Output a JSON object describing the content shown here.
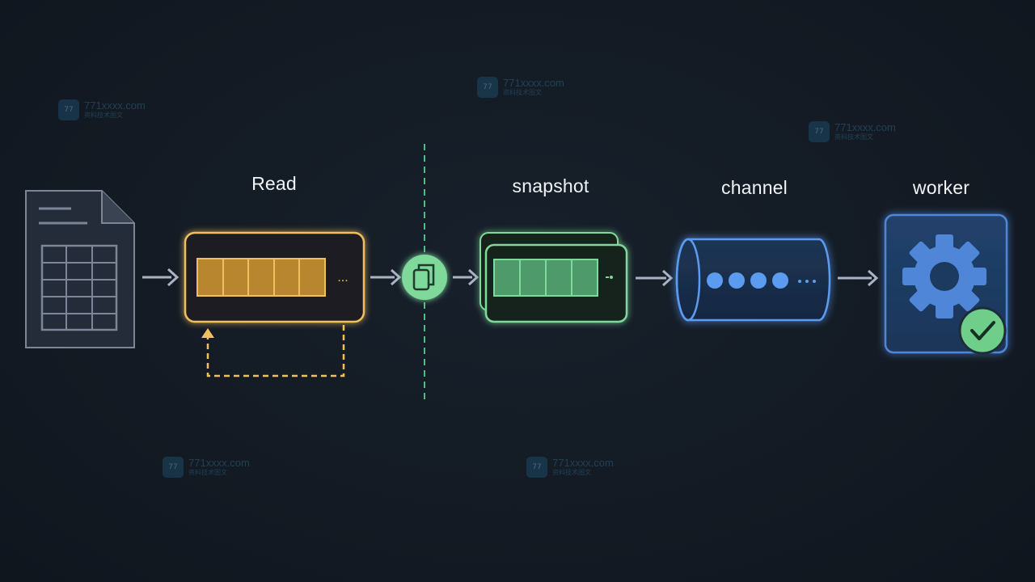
{
  "labels": {
    "read": "Read",
    "snapshot": "snapshot",
    "channel": "channel",
    "worker": "worker"
  },
  "ellipsis": "...",
  "nodes": [
    {
      "name": "spreadsheet-file-icon",
      "kind": "source"
    },
    {
      "name": "read-buffer",
      "kind": "buffer",
      "cells": 5
    },
    {
      "name": "copy-icon",
      "kind": "copy"
    },
    {
      "name": "snapshot-buffer",
      "kind": "buffer",
      "cells": 4
    },
    {
      "name": "channel-pipe",
      "kind": "queue",
      "items": 4
    },
    {
      "name": "worker-gear-icon",
      "kind": "worker",
      "status": "check-icon"
    }
  ],
  "colors": {
    "background": "#141b24",
    "read": "#f0c060",
    "read_fill": "#b8862f",
    "snapshot": "#7fd99b",
    "snapshot_fill": "#4f9a6a",
    "channel": "#5b9cf0",
    "worker": "#4f86d8",
    "check": "#6fcf8a",
    "arrow": "#aab3c4",
    "divider": "#4dbf86",
    "file": "#7d8696"
  },
  "watermarks": [
    {
      "line1": "771xxxx.com",
      "line2": "资料技术图文"
    },
    {
      "line1": "771xxxx.com",
      "line2": "资料技术图文"
    },
    {
      "line1": "771xxxx.com",
      "line2": "资料技术图文"
    },
    {
      "line1": "771xxxx.com",
      "line2": "资料技术图文"
    },
    {
      "line1": "771xxxx.com",
      "line2": "资料技术图文"
    }
  ]
}
